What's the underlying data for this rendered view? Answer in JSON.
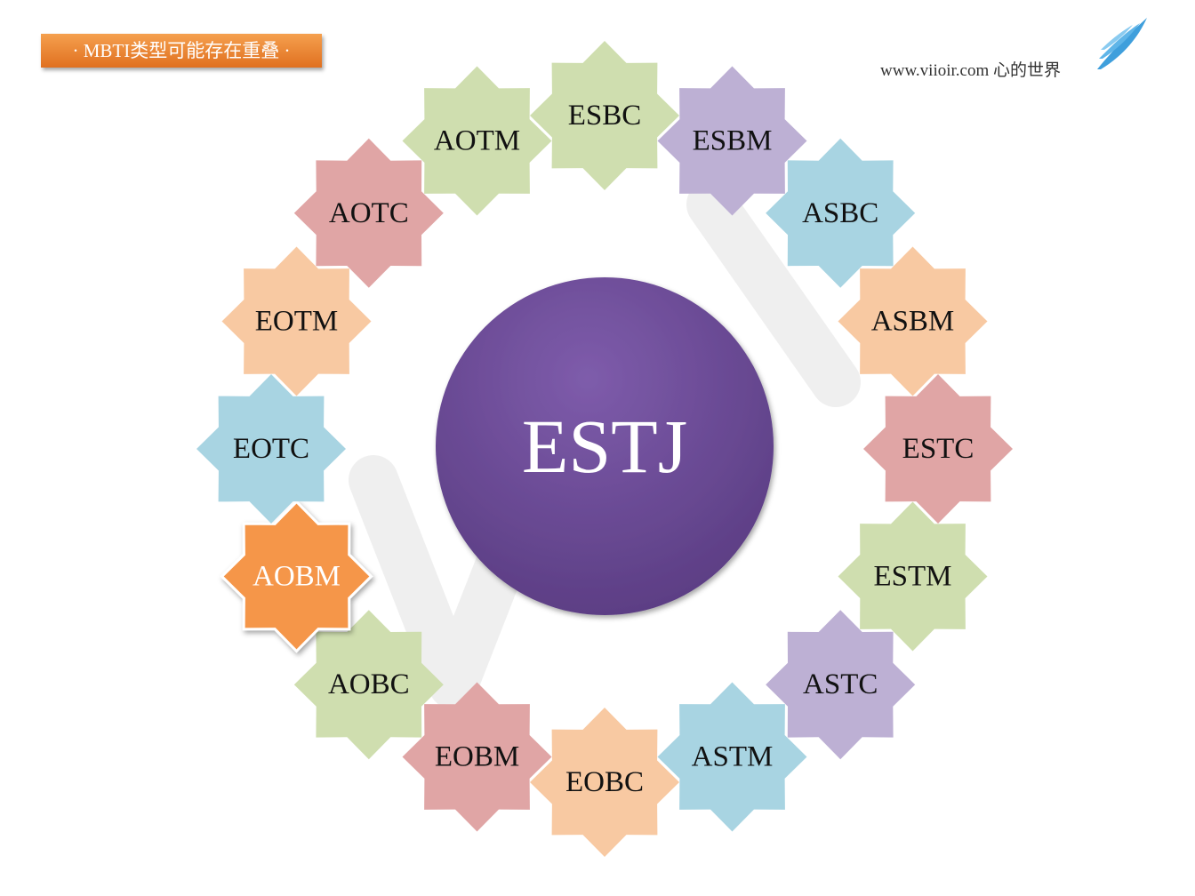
{
  "header": {
    "title": "· MBTI类型可能存在重叠 ·",
    "site": "www.viioir.com 心的世界"
  },
  "colors": {
    "green": "#cfdeaf",
    "purple": "#bdb0d4",
    "blue": "#a8d4e2",
    "peach": "#f8c9a2",
    "pink": "#e0a5a5",
    "orange_highlight": "#f5964a",
    "center_purple": "#6a4a92",
    "title_orange": "#e98a3a",
    "logo_blue": "#3f9fdc"
  },
  "diagram": {
    "center": {
      "label": "ESTJ"
    },
    "nodes": [
      {
        "label": "ESBC",
        "color": "green"
      },
      {
        "label": "ESBM",
        "color": "purple"
      },
      {
        "label": "ASBC",
        "color": "blue"
      },
      {
        "label": "ASBM",
        "color": "peach"
      },
      {
        "label": "ESTC",
        "color": "pink"
      },
      {
        "label": "ESTM",
        "color": "green"
      },
      {
        "label": "ASTC",
        "color": "purple"
      },
      {
        "label": "ASTM",
        "color": "blue"
      },
      {
        "label": "EOBC",
        "color": "peach"
      },
      {
        "label": "EOBM",
        "color": "pink"
      },
      {
        "label": "AOBC",
        "color": "green"
      },
      {
        "label": "AOBM",
        "color": "orange_highlight",
        "highlighted": true
      },
      {
        "label": "EOTC",
        "color": "blue"
      },
      {
        "label": "EOTM",
        "color": "peach"
      },
      {
        "label": "AOTC",
        "color": "pink"
      },
      {
        "label": "AOTM",
        "color": "green"
      }
    ]
  }
}
